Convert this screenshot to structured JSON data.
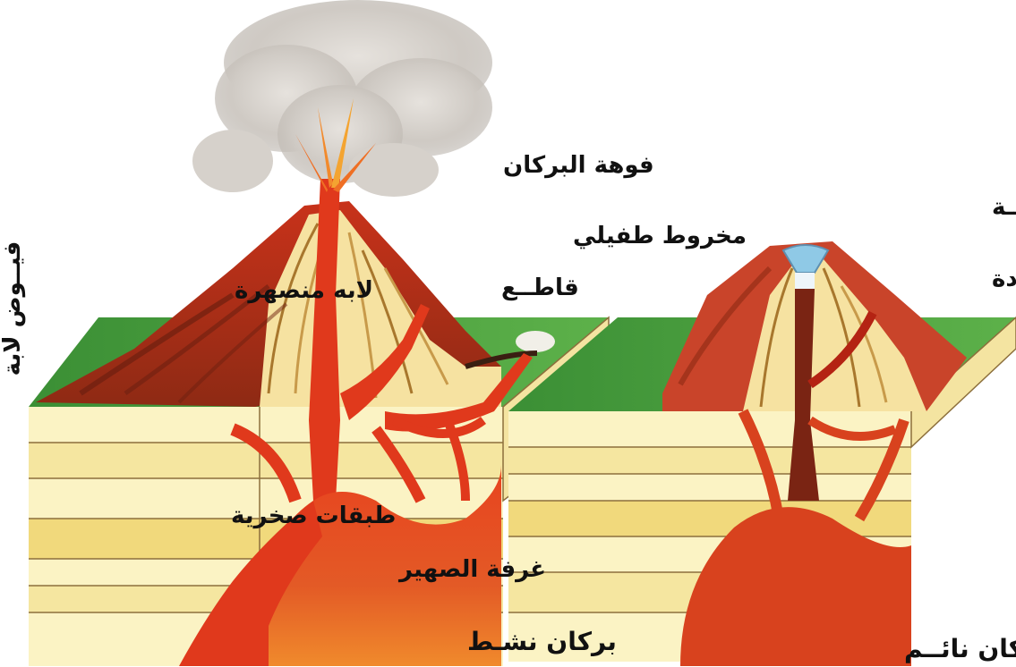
{
  "labels": {
    "crater": "فوهة البركان",
    "parasitic_cone": "مخروط طفيلي",
    "dike": "قاطــع",
    "molten_lava": "لابه منصهرة",
    "lava_flood": "فيــوض لابة",
    "rock_layers": "طبقات صخرية",
    "magma_chamber": "غرفة الصهير",
    "active_volcano": "بركان نشـط",
    "crater_lake": "بحـيرة الفوهــة",
    "plug": "ســدادة",
    "dormant_volcano": "بركان نائــم"
  },
  "colors": {
    "lava": "#e0391c",
    "lava_dark": "#b42313",
    "rock_layer_light": "#fbf3c4",
    "rock_layer_yellow": "#f1d97c",
    "grass": "#3f9a3a",
    "smoke": "#cfcac4",
    "crater_lake": "#8fc9e6",
    "label_text": "#111111"
  }
}
